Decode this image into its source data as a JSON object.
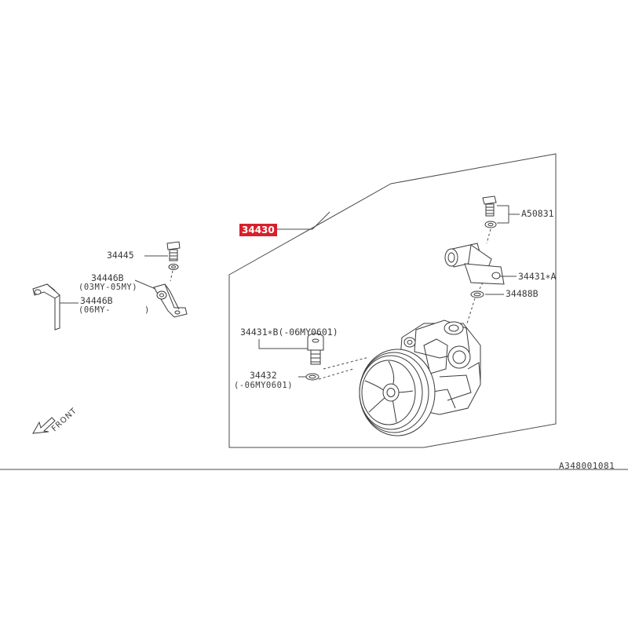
{
  "diagram": {
    "highlighted_part": "34430",
    "labels": {
      "bolt_a": "A50831",
      "outlet": "34431∗A",
      "oring_b": "34488B",
      "fitting": "34431∗B(-06MY0601)",
      "oring": "34432",
      "oring_note": "(-06MY0601)",
      "bracket_bolt": "34445",
      "bracket1": "34446B",
      "bracket1_note": "(03MY-05MY)",
      "bracket2": "34446B",
      "bracket2_note": "(06MY-",
      "bracket2_note_end": ")"
    },
    "front_label": "FRONT",
    "reference_code": "A348001081"
  }
}
